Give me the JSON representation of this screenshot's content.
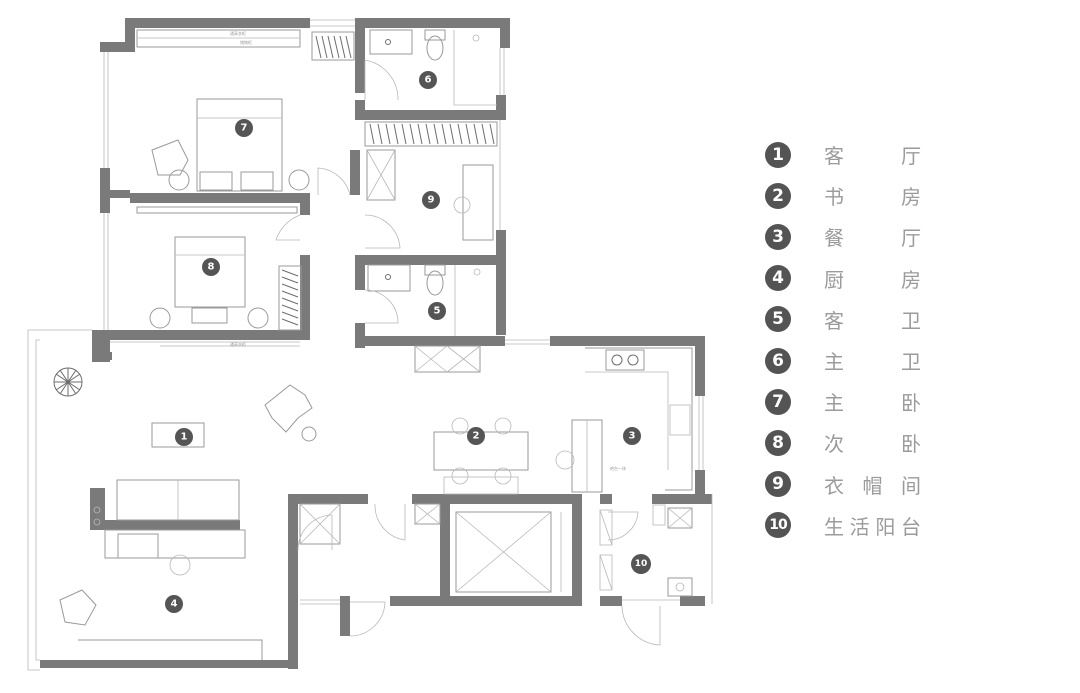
{
  "legend": [
    {
      "num": "1",
      "chars": [
        "客",
        "厅"
      ]
    },
    {
      "num": "2",
      "chars": [
        "书",
        "房"
      ]
    },
    {
      "num": "3",
      "chars": [
        "餐",
        "厅"
      ]
    },
    {
      "num": "4",
      "chars": [
        "厨",
        "房"
      ]
    },
    {
      "num": "5",
      "chars": [
        "客",
        "卫"
      ]
    },
    {
      "num": "6",
      "chars": [
        "主",
        "卫"
      ]
    },
    {
      "num": "7",
      "chars": [
        "主",
        "卧"
      ]
    },
    {
      "num": "8",
      "chars": [
        "次",
        "卧"
      ]
    },
    {
      "num": "9",
      "chars": [
        "衣",
        "帽",
        "间"
      ]
    },
    {
      "num": "10",
      "chars": [
        "生",
        "活",
        "阳",
        "台"
      ]
    }
  ],
  "plan_badges": [
    "7",
    "6",
    "9",
    "8",
    "5",
    "1",
    "2",
    "3",
    "4",
    "10"
  ],
  "plan_notes": {
    "master_bedroom_window": "通高衣柜",
    "master_bedroom_cabinet": "储物柜",
    "second_bedroom_window": "通高衣柜",
    "dining_cabinet": "吧台一体"
  }
}
